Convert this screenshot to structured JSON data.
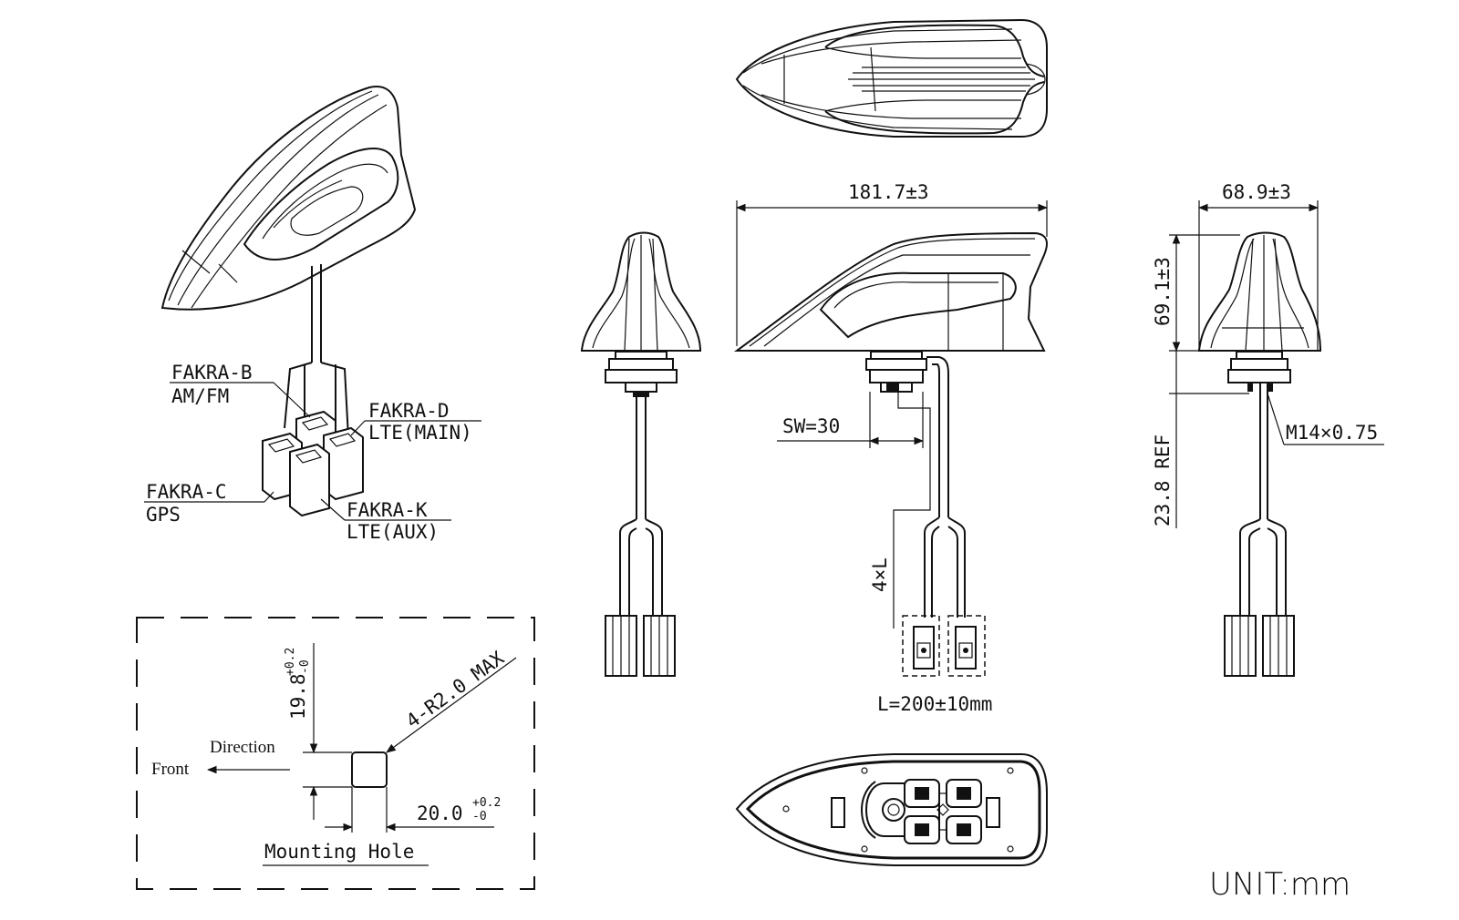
{
  "labels": {
    "fakra_b": "FAKRA-B",
    "am_fm": "AM/FM",
    "fakra_d": "FAKRA-D",
    "lte_main": "LTE(MAIN)",
    "fakra_c": "FAKRA-C",
    "gps": "GPS",
    "fakra_k": "FAKRA-K",
    "lte_aux": "LTE(AUX)"
  },
  "dimensions": {
    "length": "181.7±3",
    "width": "68.9±3",
    "height": "69.1±3",
    "ref": "23.8 REF",
    "thread": "M14×0.75",
    "sw": "SW=30",
    "cable_count": "4×L",
    "cable_length": "L=200±10mm"
  },
  "mounting": {
    "title": "Mounting Hole",
    "hole_height": "19.8",
    "hole_height_tol_upper": "+0.2",
    "hole_height_tol_lower": "-0",
    "hole_width": "20.0",
    "hole_width_tol_upper": "+0.2",
    "hole_width_tol_lower": "-0",
    "corner_radius": "4-R2.0 MAX",
    "direction_label": "Direction",
    "front_label": "Front"
  },
  "unit": "UNIT:mm"
}
